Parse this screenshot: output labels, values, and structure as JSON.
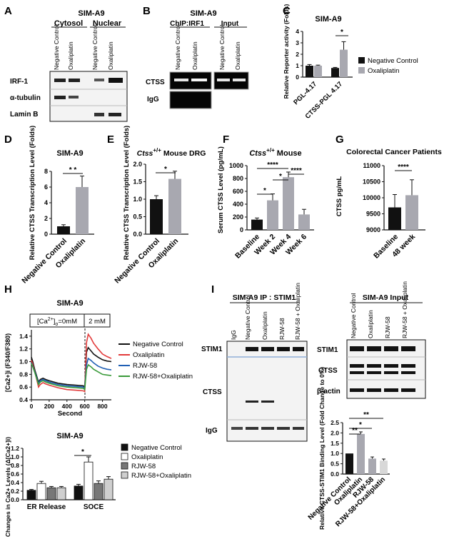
{
  "panel_letters": {
    "A": "A",
    "B": "B",
    "C": "C",
    "D": "D",
    "E": "E",
    "F": "F",
    "G": "G",
    "H": "H",
    "I": "I"
  },
  "colors": {
    "black": "#111111",
    "gray": "#a8a8b0",
    "red": "#e23a3a",
    "blue": "#1f5fb4",
    "green": "#3a9a3a",
    "blot_bg": "#efefef",
    "band": "#1a1a1a"
  },
  "panel_a": {
    "title": "SIM-A9",
    "groups": [
      "Cytosol",
      "Nuclear"
    ],
    "lanes": [
      "Negative Control",
      "Oxaliplatin",
      "Negative Control",
      "Oxaliplatin"
    ],
    "rows": [
      "IRF-1",
      "α-tubulin",
      "Lamin B"
    ]
  },
  "panel_b": {
    "title": "SIM-A9",
    "groups": [
      "ChIP:IRF1",
      "Input"
    ],
    "lanes": [
      "Negative Control",
      "Oxaliplatin",
      "Negative Control",
      "Oxaliplatin"
    ],
    "rows": [
      "CTSS",
      "IgG"
    ]
  },
  "panel_i": {
    "left_title": "SIM-A9 IP : STIM1",
    "right_title": "SIM-A9 Input",
    "left_lanes": [
      "IgG",
      "Negative Control",
      "Oxaliplatin",
      "RJW-58",
      "RJW-58 + Oxaliplatin"
    ],
    "right_lanes": [
      "Negative Control",
      "Oxaliplatin",
      "RJW-58",
      "RJW-58 + Oxaliplatin"
    ],
    "left_rows": [
      "STIM1",
      "CTSS",
      "IgG"
    ],
    "right_rows": [
      "STIM1",
      "CTSS",
      "β-actin"
    ]
  },
  "chart_data": [
    {
      "id": "C",
      "type": "bar",
      "title": "SIM-A9",
      "categories": [
        "PGL-4.17",
        "CTSS-PGL 4.17"
      ],
      "series": [
        {
          "name": "Negative Control",
          "values": [
            1.0,
            0.8
          ]
        },
        {
          "name": "Oxaliplatin",
          "values": [
            1.0,
            2.4
          ]
        }
      ],
      "errors": [
        [
          0.1,
          0.05
        ],
        [
          0.05,
          0.7
        ]
      ],
      "ylabel": "Relative Reporter activity (Folds)",
      "yticks": [
        "0",
        "1",
        "2",
        "3",
        "4"
      ],
      "ylim": [
        0,
        4
      ],
      "legend": "right",
      "annotations": [
        "*"
      ]
    },
    {
      "id": "D",
      "type": "bar",
      "title": "SIM-A9",
      "categories": [
        "Negative Control",
        "Oxaliplatin"
      ],
      "values": [
        1.0,
        6.0
      ],
      "errors": [
        0.2,
        1.4
      ],
      "ylabel": "Relative CTSS Transcription Level (Folds)",
      "yticks": [
        "0",
        "2",
        "4",
        "6",
        "8"
      ],
      "ylim": [
        0,
        8
      ],
      "annotations": [
        "* *"
      ]
    },
    {
      "id": "E",
      "type": "bar",
      "title_parts": {
        "gene": "Ctss",
        "genotype": "+/+",
        "rest": " Mouse DRG"
      },
      "categories": [
        "Negative Control",
        "Oxaliplatin"
      ],
      "values": [
        1.0,
        1.58
      ],
      "errors": [
        0.1,
        0.22
      ],
      "ylabel": "Relative CTSS Transcription Level (Folds)",
      "yticks": [
        "0.0",
        "0.5",
        "1.0",
        "1.5",
        "2.0"
      ],
      "ylim": [
        0,
        2
      ],
      "annotations": [
        "*"
      ]
    },
    {
      "id": "F",
      "type": "bar",
      "title_parts": {
        "gene": "Ctss",
        "genotype": "+/+",
        "rest": " Mouse"
      },
      "categories": [
        "Baseline",
        "Week 2",
        "Week 4",
        "Week 6"
      ],
      "values": [
        160,
        460,
        820,
        240
      ],
      "errors": [
        25,
        100,
        80,
        80
      ],
      "ylabel": "Serum CTSS Level (pg/mL)",
      "yticks": [
        "0",
        "200",
        "400",
        "600",
        "800",
        "1000"
      ],
      "ylim": [
        0,
        1000
      ],
      "annotations": [
        "*",
        "****",
        "*",
        "****"
      ]
    },
    {
      "id": "G",
      "type": "bar",
      "title": "Colorectal Cancer Patients",
      "categories": [
        "Baseline",
        "48 week"
      ],
      "values": [
        9700,
        10080
      ],
      "errors": [
        400,
        480
      ],
      "ylabel": "CTSS pg/mL",
      "yticks": [
        "9000",
        "9500",
        "10000",
        "10500",
        "11000"
      ],
      "ylim": [
        9000,
        11000
      ],
      "annotations": [
        "****"
      ]
    },
    {
      "id": "H_top",
      "type": "line",
      "title": "SIM-A9",
      "condition_labels": [
        "[Ca",
        "2+",
        "]",
        "o",
        "=0mM",
        "2 mM"
      ],
      "x": [
        0,
        15,
        40,
        80,
        100,
        130,
        160,
        200,
        300,
        400,
        500,
        585,
        600,
        620,
        640,
        670,
        700,
        750,
        800,
        850,
        900
      ],
      "series": [
        {
          "name": "Negative Control",
          "values": [
            1.07,
            1.0,
            0.86,
            0.68,
            0.72,
            0.74,
            0.72,
            0.7,
            0.66,
            0.64,
            0.63,
            0.62,
            0.6,
            1.15,
            1.22,
            1.17,
            1.12,
            1.07,
            1.03,
            1.01,
            1.0
          ]
        },
        {
          "name": "Oxaliplatin",
          "values": [
            1.02,
            0.96,
            0.83,
            0.6,
            0.64,
            0.67,
            0.65,
            0.63,
            0.59,
            0.56,
            0.55,
            0.54,
            0.53,
            1.3,
            1.43,
            1.37,
            1.29,
            1.2,
            1.12,
            1.08,
            1.05
          ]
        },
        {
          "name": "RJW-58",
          "values": [
            0.98,
            0.93,
            0.83,
            0.66,
            0.7,
            0.72,
            0.7,
            0.68,
            0.64,
            0.62,
            0.61,
            0.6,
            0.58,
            0.95,
            1.05,
            1.02,
            0.98,
            0.93,
            0.9,
            0.88,
            0.87
          ]
        },
        {
          "name": "RJW-58+Oxaliplatin",
          "values": [
            0.97,
            0.92,
            0.82,
            0.64,
            0.68,
            0.7,
            0.68,
            0.66,
            0.62,
            0.6,
            0.59,
            0.58,
            0.56,
            0.88,
            0.95,
            0.92,
            0.88,
            0.84,
            0.8,
            0.79,
            0.78
          ]
        }
      ],
      "xlabel": "Second",
      "ylabel": "[Ca2+]i (F340/F380)",
      "xticks": [
        "0",
        "200",
        "400",
        "600",
        "800"
      ],
      "yticks": [
        "0.4",
        "0.6",
        "0.8",
        "1.0",
        "1.2",
        "1.4"
      ],
      "xlim": [
        0,
        900
      ],
      "ylim": [
        0.4,
        1.5
      ],
      "legend": "right"
    },
    {
      "id": "H_bottom",
      "type": "bar",
      "title": "SIM-A9",
      "categories": [
        "ER Release",
        "SOCE"
      ],
      "series": [
        {
          "name": "Negative Control",
          "values": [
            0.22,
            0.32
          ]
        },
        {
          "name": "Oxaliplatin",
          "values": [
            0.38,
            0.88
          ]
        },
        {
          "name": "RJW-58",
          "values": [
            0.28,
            0.38
          ]
        },
        {
          "name": "RJW-58+Oxaliplatin",
          "values": [
            0.28,
            0.48
          ]
        }
      ],
      "errors": [
        [
          0.02,
          0.04
        ],
        [
          0.05,
          0.12
        ],
        [
          0.03,
          0.06
        ],
        [
          0.03,
          0.06
        ]
      ],
      "ylabel": "Changes in Ca2+ Levels (Δ[Ca2+]i)",
      "yticks": [
        "0.0",
        "0.2",
        "0.4",
        "0.6",
        "0.8",
        "1.0",
        "1.2"
      ],
      "ylim": [
        0,
        1.2
      ],
      "legend": "right",
      "annotations": [
        "*"
      ]
    },
    {
      "id": "I",
      "type": "bar",
      "categories": [
        "Negative Control",
        "Oxaliplatin",
        "RJW-58",
        "RJW-58+Oxaliplatin"
      ],
      "values": [
        1.0,
        1.95,
        0.75,
        0.65
      ],
      "errors": [
        0.0,
        0.1,
        0.08,
        0.08
      ],
      "ylabel": "Relative CTSS-STIM1 Binding Level (Fold Change to 0%)",
      "yticks": [
        "0.0",
        "0.5",
        "1.0",
        "1.5",
        "2.0",
        "2.5"
      ],
      "ylim": [
        0,
        2.5
      ],
      "annotations": [
        "**",
        "*",
        "**"
      ]
    }
  ]
}
